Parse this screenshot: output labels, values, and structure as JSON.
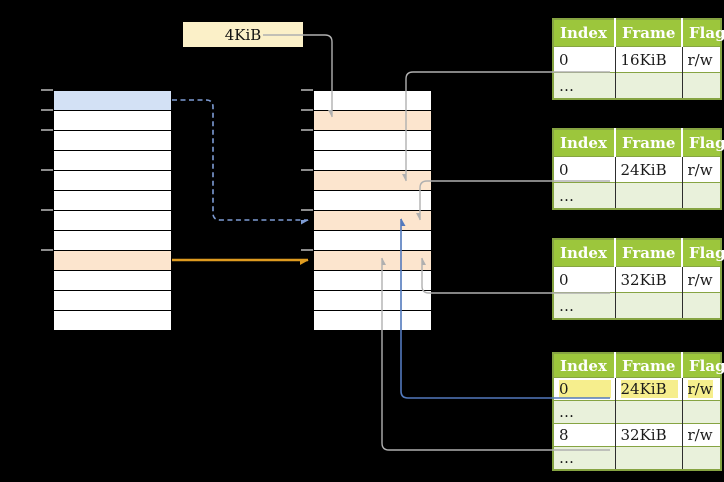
{
  "colors": {
    "bg": "#000000",
    "header_green": "#9CC63C",
    "table_border": "#86A442",
    "alt_row_green": "#E9F1DB",
    "highlight_yellow": "#F6EE8D",
    "page_box_yellow": "#FBF0C8",
    "blue_row": "#D3E1F5",
    "orange_row": "#FCE5CE",
    "gray_arrow": "#B0B0B0",
    "blue_arrow": "#5279BD",
    "blue_dashed_arrow": "#7E9CD4",
    "orange_arrow": "#DE9B20",
    "tick_gray": "#8C8C8C"
  },
  "page_size_label": "4KiB",
  "left_column": {
    "row_fills": [
      "blue",
      "white",
      "white",
      "white",
      "white",
      "white",
      "white",
      "white",
      "orange",
      "white",
      "white",
      "white"
    ]
  },
  "middle_column": {
    "row_fills": [
      "white",
      "orange",
      "white",
      "white",
      "orange",
      "white",
      "orange",
      "white",
      "orange",
      "white",
      "white",
      "white"
    ]
  },
  "tick_ys": [
    90,
    110,
    130,
    170,
    210,
    250
  ],
  "page_tables": [
    {
      "headers": [
        "Index",
        "Frame",
        "Flags"
      ],
      "rows": [
        {
          "cells": [
            "0",
            "16KiB",
            "r/w"
          ],
          "variant": "white",
          "highlight": false
        },
        {
          "cells": [
            "…",
            "",
            ""
          ],
          "variant": "green",
          "highlight": false
        }
      ]
    },
    {
      "headers": [
        "Index",
        "Frame",
        "Flags"
      ],
      "rows": [
        {
          "cells": [
            "0",
            "24KiB",
            "r/w"
          ],
          "variant": "white",
          "highlight": false
        },
        {
          "cells": [
            "…",
            "",
            ""
          ],
          "variant": "green",
          "highlight": false
        }
      ]
    },
    {
      "headers": [
        "Index",
        "Frame",
        "Flags"
      ],
      "rows": [
        {
          "cells": [
            "0",
            "32KiB",
            "r/w"
          ],
          "variant": "white",
          "highlight": false
        },
        {
          "cells": [
            "…",
            "",
            ""
          ],
          "variant": "green",
          "highlight": false
        }
      ]
    },
    {
      "headers": [
        "Index",
        "Frame",
        "Flags"
      ],
      "rows": [
        {
          "cells": [
            "0",
            "24KiB",
            "r/w"
          ],
          "variant": "white",
          "highlight": true
        },
        {
          "cells": [
            "…",
            "",
            ""
          ],
          "variant": "green",
          "highlight": false
        },
        {
          "cells": [
            "8",
            "32KiB",
            "r/w"
          ],
          "variant": "white",
          "highlight": false
        },
        {
          "cells": [
            "…",
            "",
            ""
          ],
          "variant": "green",
          "highlight": false
        }
      ]
    }
  ]
}
